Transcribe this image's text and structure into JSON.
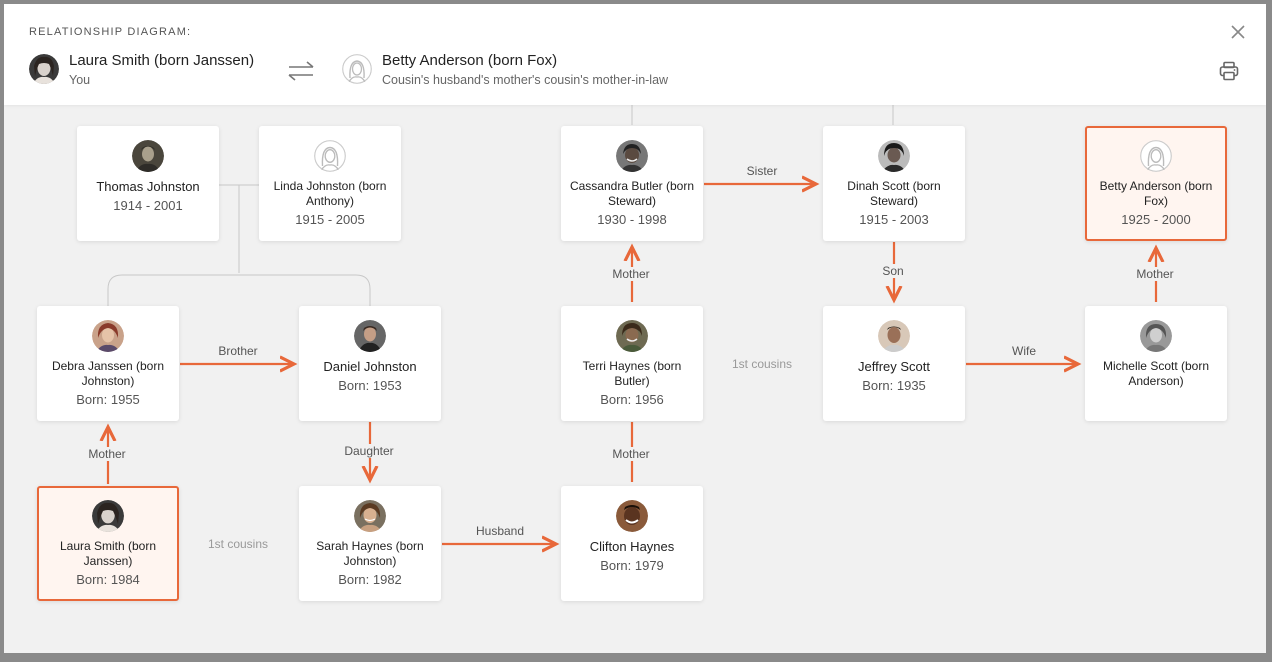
{
  "header": {
    "title": "RELATIONSHIP DIAGRAM:",
    "person_a": {
      "name": "Laura Smith (born Janssen)",
      "subtitle": "You"
    },
    "person_b": {
      "name": "Betty Anderson (born Fox)",
      "subtitle": "Cousin's husband's mother's cousin's mother-in-law"
    }
  },
  "cards": {
    "thomas": {
      "name": "Thomas Johnston",
      "dates": "1914 - 2001",
      "avatar": "photo"
    },
    "linda": {
      "name": "Linda Johnston (born Anthony)",
      "dates": "1915 - 2005",
      "avatar": "placeholder-female"
    },
    "cassandra": {
      "name": "Cassandra Butler (born Steward)",
      "dates": "1930 - 1998",
      "avatar": "photo"
    },
    "dinah": {
      "name": "Dinah Scott (born Steward)",
      "dates": "1915 - 2003",
      "avatar": "photo"
    },
    "betty": {
      "name": "Betty Anderson (born Fox)",
      "dates": "1925 - 2000",
      "avatar": "placeholder-female"
    },
    "debra": {
      "name": "Debra Janssen (born Johnston)",
      "dates": "Born: 1955",
      "avatar": "photo"
    },
    "daniel": {
      "name": "Daniel Johnston",
      "dates": "Born: 1953",
      "avatar": "photo"
    },
    "terri": {
      "name": "Terri Haynes (born Butler)",
      "dates": "Born: 1956",
      "avatar": "photo"
    },
    "jeffrey": {
      "name": "Jeffrey Scott",
      "dates": "Born: 1935",
      "avatar": "photo"
    },
    "michelle": {
      "name": "Michelle Scott (born Anderson)",
      "dates": "",
      "avatar": "photo"
    },
    "laura": {
      "name": "Laura Smith (born Janssen)",
      "dates": "Born: 1984",
      "avatar": "photo"
    },
    "sarah": {
      "name": "Sarah Haynes (born Johnston)",
      "dates": "Born: 1982",
      "avatar": "photo"
    },
    "clifton": {
      "name": "Clifton Haynes",
      "dates": "Born: 1979",
      "avatar": "photo"
    }
  },
  "edges": {
    "sister": "Sister",
    "son": "Son",
    "mother_betty": "Mother",
    "mother_cassandra": "Mother",
    "brother": "Brother",
    "wife": "Wife",
    "mother_debra": "Mother",
    "daughter": "Daughter",
    "mother_terri": "Mother",
    "husband": "Husband"
  },
  "cousin_labels": {
    "left": "1st cousins",
    "middle": "1st cousins"
  },
  "icons": {
    "swap": "swap-arrows-icon",
    "close": "close-icon",
    "print": "printer-icon"
  },
  "colors": {
    "accent": "#e8683a",
    "connector": "#c8c8c8",
    "focus_bg": "#fff5f0"
  }
}
